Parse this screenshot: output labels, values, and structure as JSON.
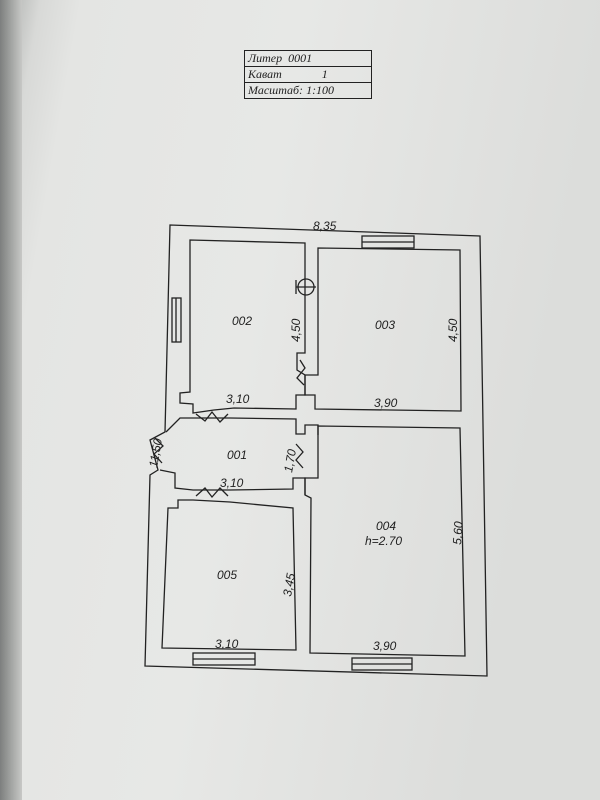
{
  "title_block": {
    "liter_label": "Литер",
    "liter_value": "0001",
    "floor_label": "Кават",
    "floor_value": "1",
    "scale_label": "Масштаб:",
    "scale_value": "1:100"
  },
  "rooms": {
    "r001": "001",
    "r002": "002",
    "r003": "003",
    "r004": "004",
    "r004_height": "h=2.70",
    "r005": "005"
  },
  "dimensions": {
    "overall_width": "8,35",
    "overall_length": "11,50",
    "r002_length": "4,50",
    "r003_length": "4,50",
    "r002_width": "3,10",
    "r003_width": "3,90",
    "corridor_width": "1,70",
    "r005_top_width": "3,10",
    "r005_length": "3,45",
    "r005_width": "3,10",
    "r004_length": "5,60",
    "r004_width": "3,90"
  }
}
